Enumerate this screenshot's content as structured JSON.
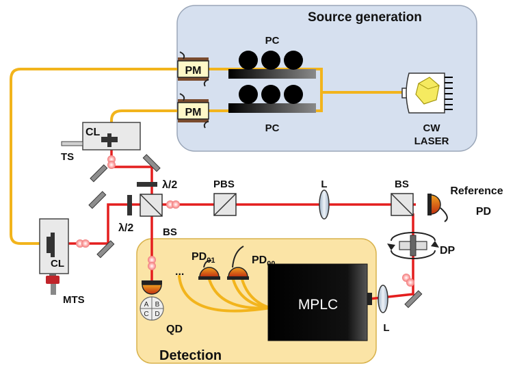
{
  "colors": {
    "source_panel_fill": "#d6e0ef",
    "detection_panel_fill": "#fbe4a6",
    "beam": "#e41e1e",
    "fiber": "#f2b41c",
    "source_title": "#2f5597",
    "detection_title": "#b38a00"
  },
  "panels": {
    "source_title": "Source generation",
    "detection_title": "Detection"
  },
  "labels": {
    "pc_top": "PC",
    "pc_bottom": "PC",
    "pm_top": "PM",
    "pm_bottom": "PM",
    "cw_laser_line1": "CW",
    "cw_laser_line2": "LASER",
    "cl_top": "CL",
    "cl_bottom": "CL",
    "ts": "TS",
    "mts": "MTS",
    "halfwave_right": "λ/2",
    "halfwave_left": "λ/2",
    "bs_left": "BS",
    "pbs": "PBS",
    "lens_top": "L",
    "bs_right": "BS",
    "reference_pd_line1": "Reference",
    "reference_pd_line2": "PD",
    "dp": "DP",
    "lens_bottom": "L",
    "mplc": "MPLC",
    "qd": "QD",
    "quadrant_a": "A",
    "quadrant_b": "B",
    "quadrant_c": "C",
    "quadrant_d": "D",
    "ellipsis": "...",
    "pd01_main": "PD",
    "pd01_sub": "01",
    "pd00_main": "PD",
    "pd00_sub": "00"
  }
}
